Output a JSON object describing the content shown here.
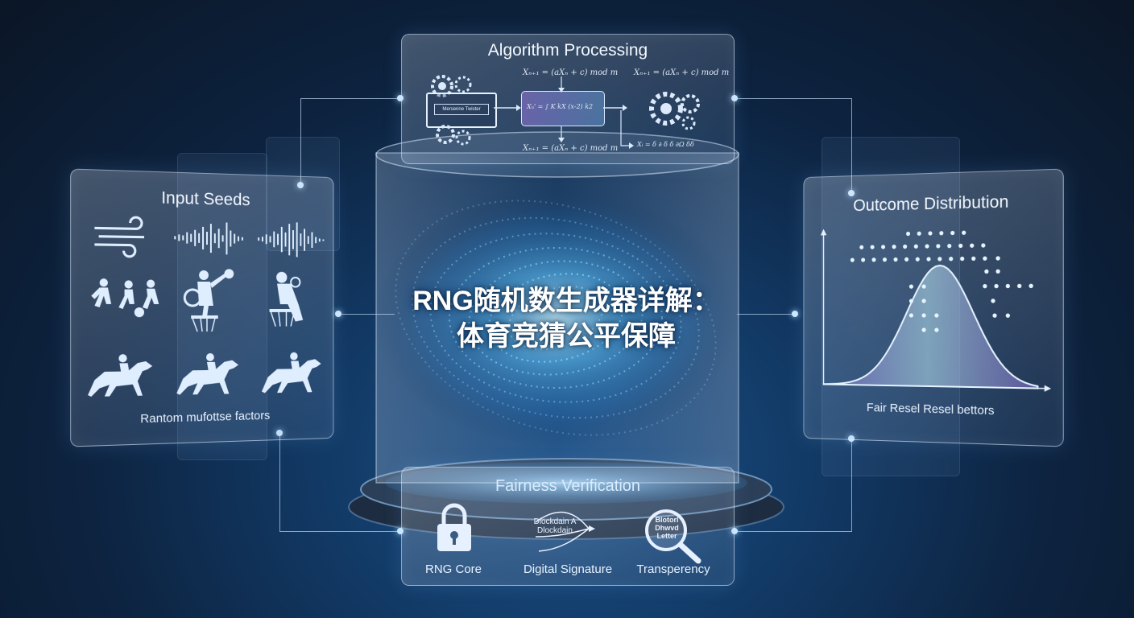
{
  "title": {
    "line1": "RNG随机数生成器详解：",
    "line2": "体育竞猜公平保障"
  },
  "algorithm_panel": {
    "title": "Algorithm Processing",
    "formula_top_left": "Xₙ₊₁ = (aXₙ + c) mod m",
    "formula_top_right": "Xₙ₊₁ = (aXₙ + c) mod m",
    "formula_bottom": "Xₙ₊₁ = (aXₙ + c) mod m",
    "box_label": "Mersenne Twister",
    "matrix_text": "Xₙ' = ∫ K  kX  (x-2)  k2",
    "output_text": "Xᵢ = δ  ∂  δ   δ  ∂Ω  δδ"
  },
  "input_panel": {
    "title": "Input Seeds",
    "caption": "Rantom mufottse factors",
    "icons": [
      "wind-icon",
      "sound-wave-icon",
      "sound-wave-icon",
      "soccer-players-icon",
      "basketball-player-icon",
      "basketball-dunk-icon",
      "horse-racing-icon",
      "horse-racing-icon",
      "horse-racing-icon"
    ]
  },
  "outcome_panel": {
    "title": "Outcome Distribution",
    "caption": "Fair Resel Resel bettors"
  },
  "fairness_panel": {
    "title": "Fairness Verification",
    "items": [
      {
        "label": "RNG Core",
        "icon": "lock-icon"
      },
      {
        "label": "Digital Signature",
        "icon": "signature-icon",
        "inner": "Dlockdain A Dlockdain"
      },
      {
        "label": "Transperency",
        "icon": "magnifier-icon",
        "inner": "Blotorl Dhwvd Letter"
      }
    ]
  },
  "colors": {
    "accent": "#7fd0ff",
    "background": "#0d2340",
    "glow": "#9fd3ff"
  }
}
